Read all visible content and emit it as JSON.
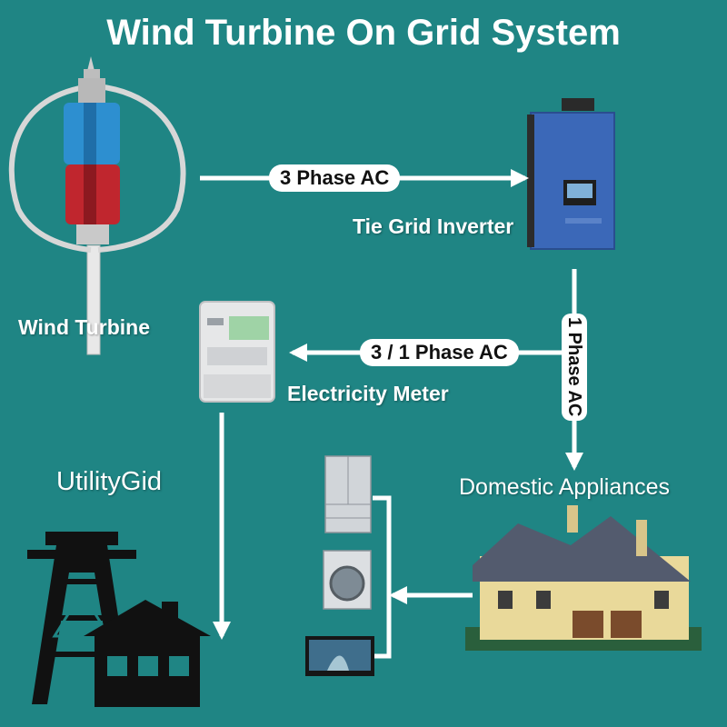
{
  "title": "Wind Turbine On Grid System",
  "labels": {
    "wind_turbine": "Wind Turbine",
    "tie_grid_inverter": "Tie Grid Inverter",
    "electricity_meter": "Electricity Meter",
    "utility_grid": "UtilityGid",
    "domestic_appliances": "Domestic Appliances"
  },
  "flows": {
    "turbine_to_inverter": "3 Phase AC",
    "inverter_to_meter": "3 / 1 Phase AC",
    "inverter_to_appliances": "1 Phase AC"
  },
  "colors": {
    "background": "#1f8584",
    "arrow": "#ffffff",
    "inverter_body": "#3b68b8",
    "turbine_blade_blue": "#2d8fd0",
    "turbine_blade_red": "#c0262e",
    "grid_silhouette": "#111111"
  }
}
